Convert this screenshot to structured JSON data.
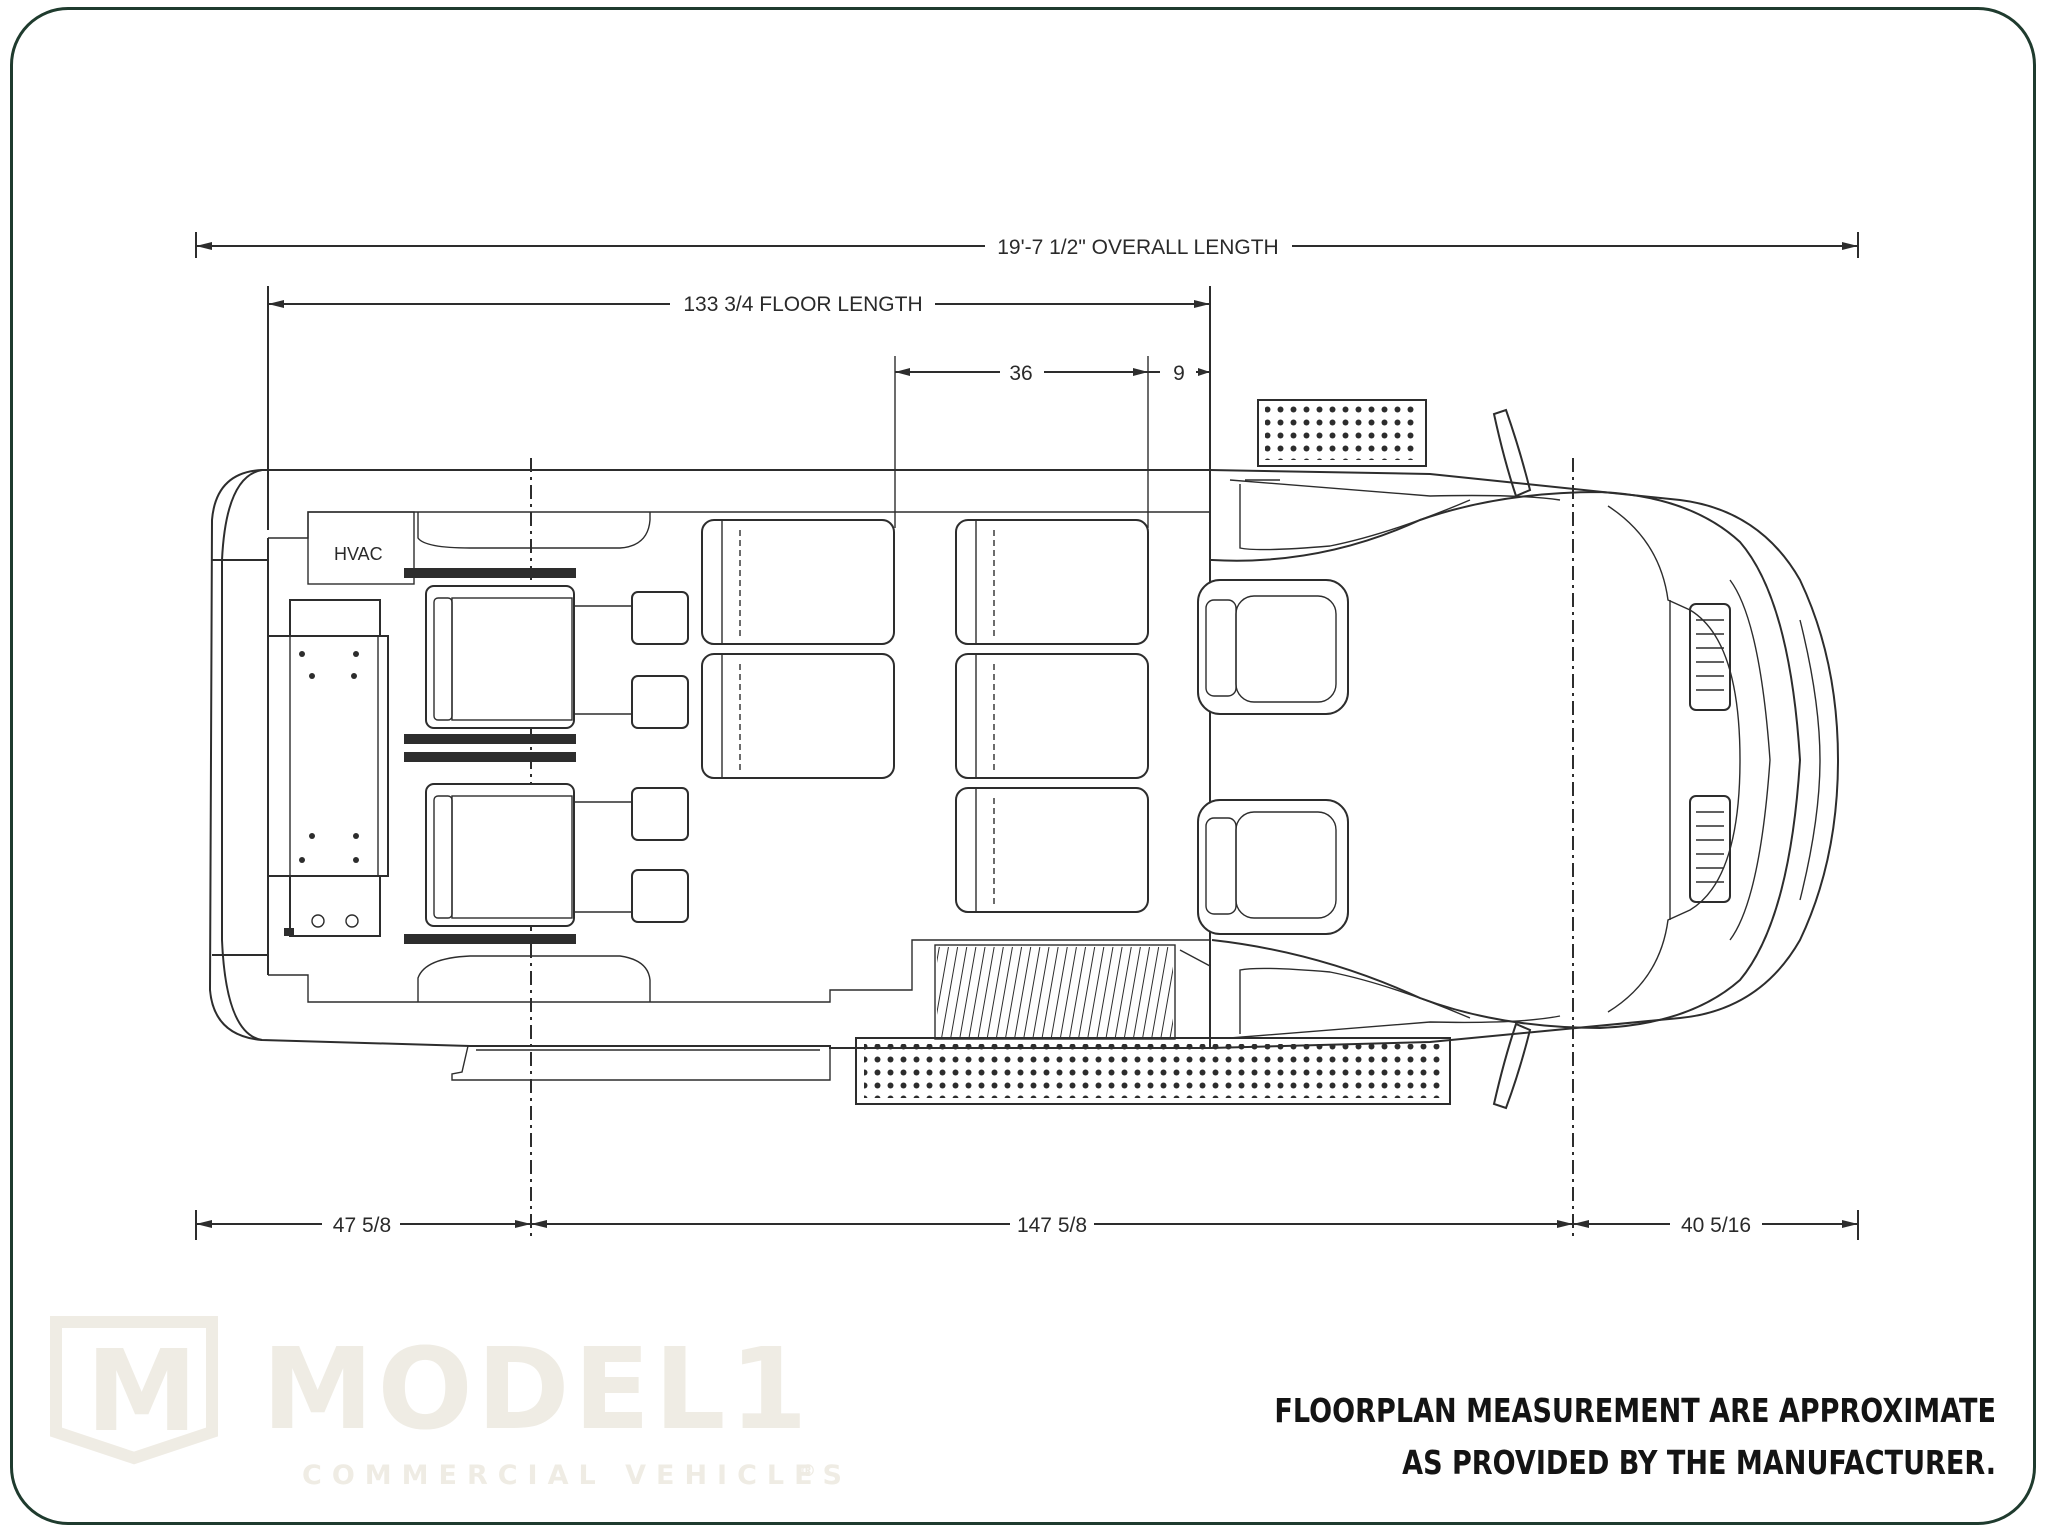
{
  "dimensions": {
    "overall_length": "19'-7 1/2\" OVERALL LENGTH",
    "floor_length": "133 3/4 FLOOR LENGTH",
    "seat_spacing": "36",
    "seat_gap": "9",
    "rear_overhang": "47 5/8",
    "wheelbase": "147 5/8",
    "front_overhang": "40 5/16"
  },
  "labels": {
    "hvac": "HVAC"
  },
  "disclaimer": {
    "line1": "FLOORPLAN MEASUREMENT ARE APPROXIMATE",
    "line2": "AS PROVIDED BY THE MANUFACTURER."
  },
  "logo": {
    "mark": "M",
    "name": "MODEL1",
    "tagline": "COMMERCIAL VEHICLES",
    "registered": "®"
  },
  "colors": {
    "frame_border": "#1f3b2e",
    "line": "#2d2d2d",
    "watermark": "#efece4",
    "note_text": "#141414"
  }
}
